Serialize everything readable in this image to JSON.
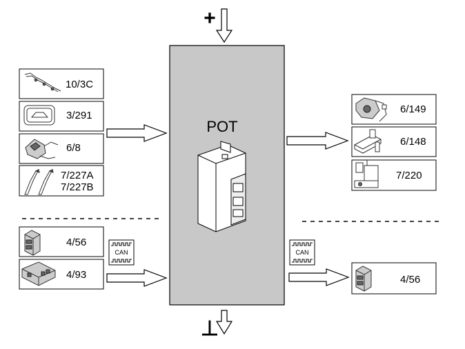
{
  "module": {
    "label": "POT",
    "fill_color": "#c8c8c8"
  },
  "power": {
    "plus_symbol": "+",
    "ground_symbol": "⊥"
  },
  "inputs": [
    {
      "code": "10/3C",
      "icon": "wiring-harness-icon"
    },
    {
      "code": "3/291",
      "icon": "tailgate-switch-icon"
    },
    {
      "code": "6/8",
      "icon": "lock-motor-icon"
    },
    {
      "code_line1": "7/227A",
      "code_line2": "7/227B",
      "icon": "pinch-strip-icon"
    }
  ],
  "outputs": [
    {
      "code": "6/149",
      "icon": "drive-motor-icon"
    },
    {
      "code": "6/148",
      "icon": "valve-icon"
    },
    {
      "code": "7/220",
      "icon": "gas-strut-icon"
    }
  ],
  "can_left": {
    "label": "CAN",
    "modules": [
      {
        "code": "4/56",
        "icon": "control-module-icon"
      },
      {
        "code": "4/93",
        "icon": "connector-module-icon"
      }
    ]
  },
  "can_right": {
    "label": "CAN",
    "modules": [
      {
        "code": "4/56",
        "icon": "control-module-icon"
      }
    ]
  }
}
